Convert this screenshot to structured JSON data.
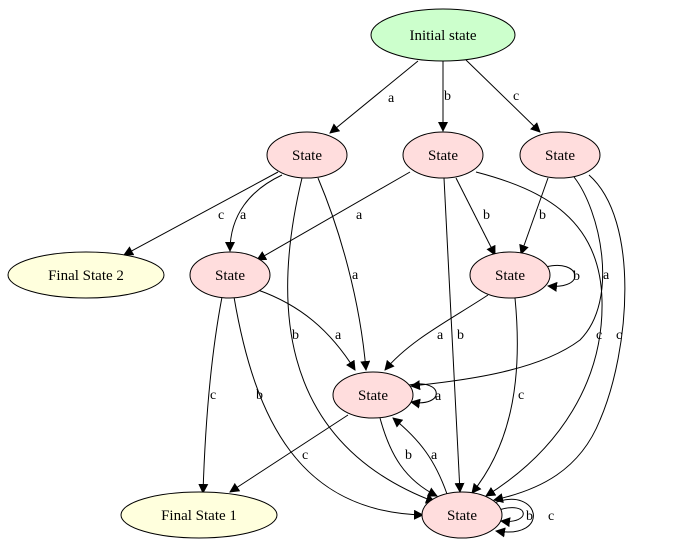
{
  "colors": {
    "initial": "#ccffcc",
    "state": "#ffdddd",
    "final": "#ffffdd",
    "line": "#000000"
  },
  "nodes": [
    {
      "id": "init",
      "label": "Initial state",
      "kind": "initial"
    },
    {
      "id": "s1",
      "label": "State",
      "kind": "state"
    },
    {
      "id": "s2",
      "label": "State",
      "kind": "state"
    },
    {
      "id": "s3",
      "label": "State",
      "kind": "state"
    },
    {
      "id": "s4",
      "label": "State",
      "kind": "state"
    },
    {
      "id": "s5",
      "label": "State",
      "kind": "state"
    },
    {
      "id": "s6",
      "label": "State",
      "kind": "state"
    },
    {
      "id": "s7",
      "label": "State",
      "kind": "state"
    },
    {
      "id": "f2",
      "label": "Final State 2",
      "kind": "final"
    },
    {
      "id": "f1",
      "label": "Final State 1",
      "kind": "final"
    }
  ],
  "edges": [
    {
      "id": "e1",
      "from": "init",
      "to": "s1",
      "label": "a"
    },
    {
      "id": "e2",
      "from": "init",
      "to": "s2",
      "label": "b"
    },
    {
      "id": "e3",
      "from": "init",
      "to": "s3",
      "label": "c"
    },
    {
      "id": "e4",
      "from": "s1",
      "to": "f2",
      "label": "c"
    },
    {
      "id": "e5",
      "from": "s1",
      "to": "s4",
      "label": "a"
    },
    {
      "id": "e6",
      "from": "s1",
      "to": "s6",
      "label": "a"
    },
    {
      "id": "e7",
      "from": "s1",
      "to": "s7",
      "label": "b"
    },
    {
      "id": "e8",
      "from": "s2",
      "to": "s4",
      "label": "a"
    },
    {
      "id": "e9",
      "from": "s2",
      "to": "s5",
      "label": "b"
    },
    {
      "id": "e10",
      "from": "s2",
      "to": "s7",
      "label": "b"
    },
    {
      "id": "e11",
      "from": "s2",
      "to": "s7",
      "label": "c"
    },
    {
      "id": "e12",
      "from": "s3",
      "to": "s5",
      "label": "b"
    },
    {
      "id": "e13",
      "from": "s3",
      "to": "s6",
      "label": "a"
    },
    {
      "id": "e14",
      "from": "s3",
      "to": "s7",
      "label": "c"
    },
    {
      "id": "e15",
      "from": "s4",
      "to": "s6",
      "label": "a"
    },
    {
      "id": "e16",
      "from": "s4",
      "to": "f1",
      "label": "c"
    },
    {
      "id": "e17",
      "from": "s4",
      "to": "s7",
      "label": "b"
    },
    {
      "id": "e18",
      "from": "s5",
      "to": "s5",
      "label": "b"
    },
    {
      "id": "e19",
      "from": "s5",
      "to": "s6",
      "label": "a"
    },
    {
      "id": "e20",
      "from": "s5",
      "to": "s7",
      "label": "c"
    },
    {
      "id": "e21",
      "from": "s6",
      "to": "s6",
      "label": "a"
    },
    {
      "id": "e22",
      "from": "s6",
      "to": "f1",
      "label": "c"
    },
    {
      "id": "e23",
      "from": "s6",
      "to": "s7",
      "label": "b"
    },
    {
      "id": "e24",
      "from": "s7",
      "to": "s6",
      "label": "a"
    },
    {
      "id": "e25",
      "from": "s7",
      "to": "s7",
      "label": "b"
    },
    {
      "id": "e26",
      "from": "s7",
      "to": "s7",
      "label": "c"
    }
  ]
}
